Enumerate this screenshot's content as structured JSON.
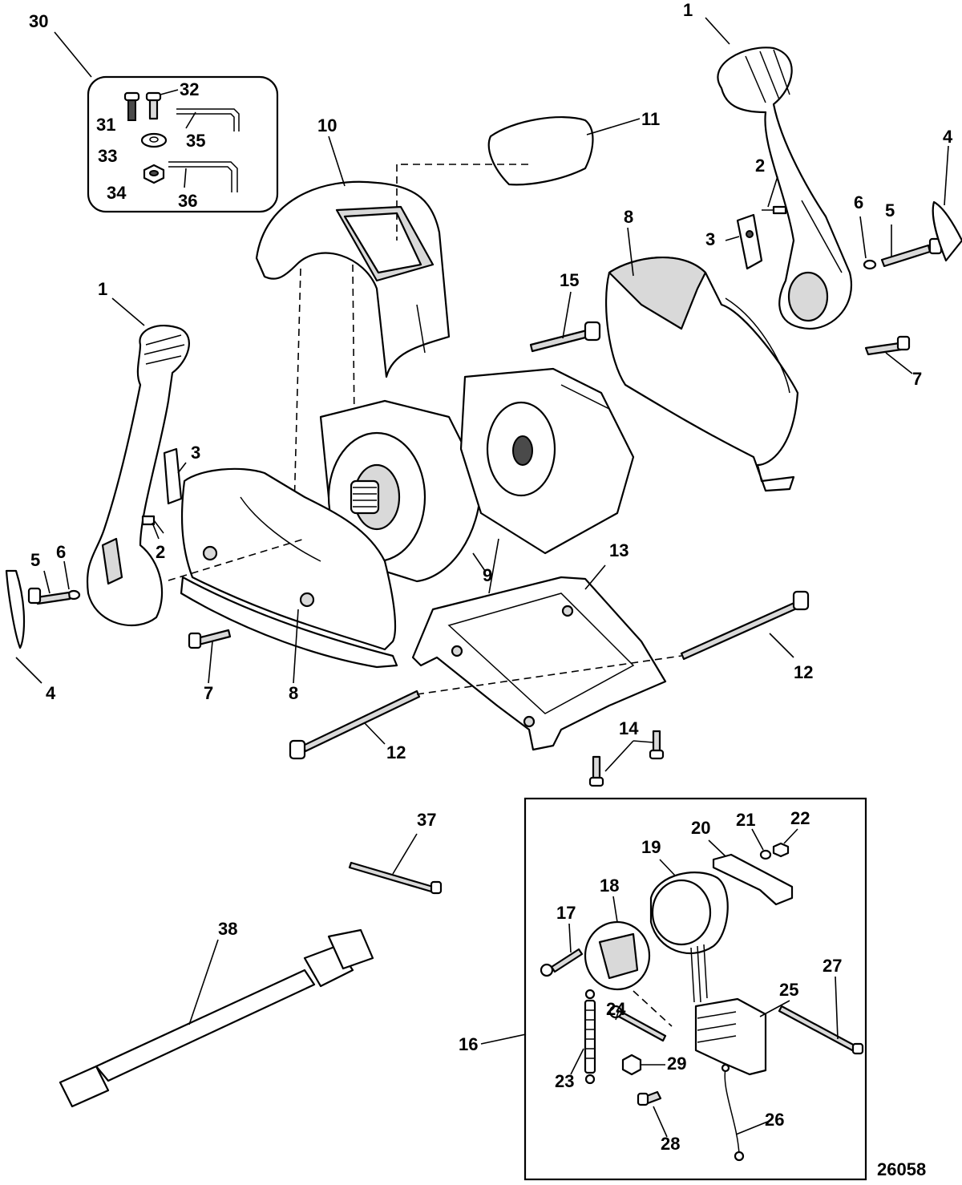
{
  "figure_number": "26058",
  "callouts": {
    "c1_top": "1",
    "c1_left": "1",
    "c2_top": "2",
    "c2_left": "2",
    "c3_top": "3",
    "c3_left": "3",
    "c4_top": "4",
    "c4_left": "4",
    "c5_top": "5",
    "c5_left": "5",
    "c6_top": "6",
    "c6_left": "6",
    "c7_right": "7",
    "c7_left": "7",
    "c8_right": "8",
    "c8_left": "8",
    "c9": "9",
    "c10": "10",
    "c11": "11",
    "c12_right": "12",
    "c12_left": "12",
    "c13": "13",
    "c14": "14",
    "c15": "15",
    "c16": "16",
    "c17": "17",
    "c18": "18",
    "c19": "19",
    "c20": "20",
    "c21": "21",
    "c22": "22",
    "c23": "23",
    "c24": "24",
    "c25": "25",
    "c26": "26",
    "c27": "27",
    "c28": "28",
    "c29": "29",
    "c30": "30",
    "c31": "31",
    "c32": "32",
    "c33": "33",
    "c34": "34",
    "c35": "35",
    "c36": "36",
    "c37": "37",
    "c38": "38"
  }
}
